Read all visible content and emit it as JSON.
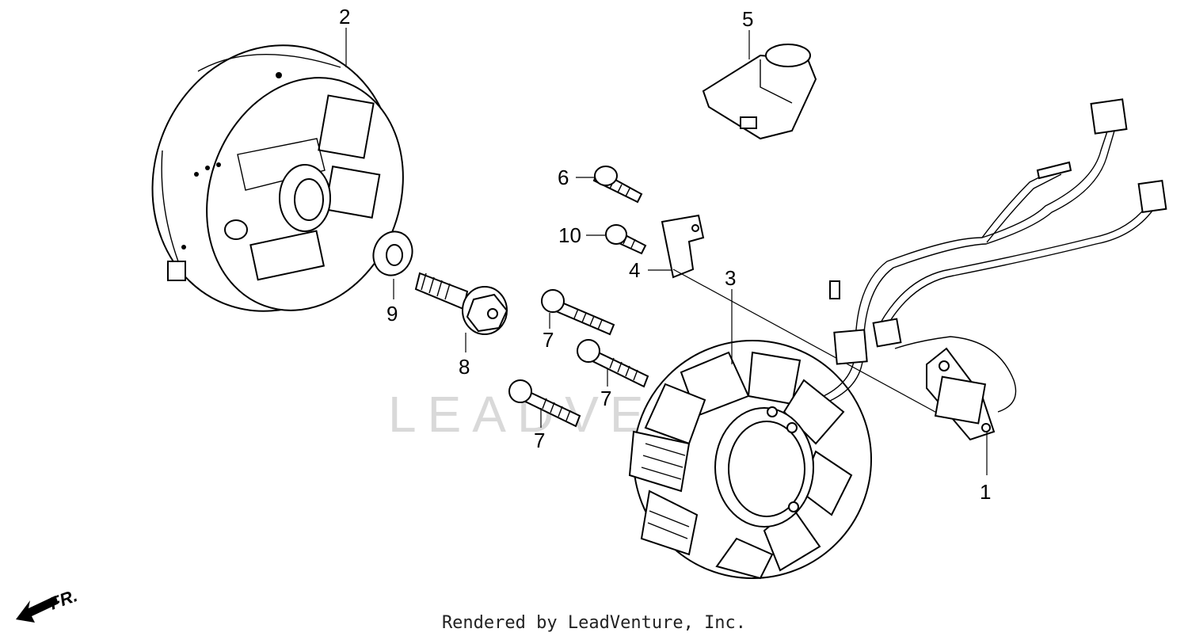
{
  "diagram": {
    "watermark": "LEADVENT",
    "direction_marker": "FR.",
    "callouts": {
      "c1": "1",
      "c2": "2",
      "c3": "3",
      "c4": "4",
      "c5": "5",
      "c6": "6",
      "c7a": "7",
      "c7b": "7",
      "c7c": "7",
      "c8": "8",
      "c9": "9",
      "c10": "10"
    }
  },
  "footer": {
    "text": "Rendered by LeadVenture, Inc."
  }
}
